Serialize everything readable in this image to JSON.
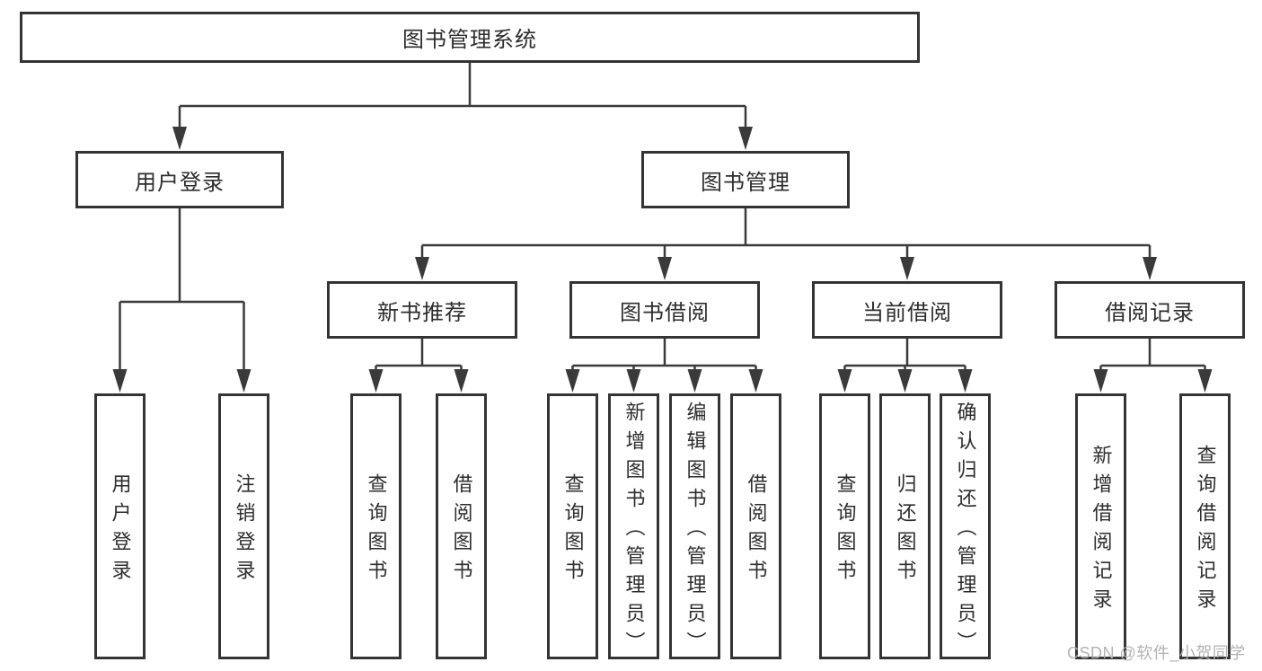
{
  "tree": {
    "label": "图书管理系统",
    "children": [
      {
        "label": "用户登录",
        "children": [
          {
            "label": "用户登录"
          },
          {
            "label": "注销登录"
          }
        ]
      },
      {
        "label": "图书管理",
        "children": [
          {
            "label": "新书推荐",
            "children": [
              {
                "label": "查询图书"
              },
              {
                "label": "借阅图书"
              }
            ]
          },
          {
            "label": "图书借阅",
            "children": [
              {
                "label": "查询图书"
              },
              {
                "label": "新增图书（管理员）"
              },
              {
                "label": "编辑图书（管理员）"
              },
              {
                "label": "借阅图书"
              }
            ]
          },
          {
            "label": "当前借阅",
            "children": [
              {
                "label": "查询图书"
              },
              {
                "label": "归还图书"
              },
              {
                "label": "确认归还（管理员）"
              }
            ]
          },
          {
            "label": "借阅记录",
            "children": [
              {
                "label": "新增借阅记录"
              },
              {
                "label": "查询借阅记录"
              }
            ]
          }
        ]
      }
    ]
  },
  "watermark": {
    "text": "CSDN @软件_小贺同学"
  },
  "colors": {
    "line": "#3a3a3a",
    "box_border": "#343434",
    "text": "#2d2d2d",
    "watermark": "#afafaf",
    "background": "#ffffff"
  }
}
